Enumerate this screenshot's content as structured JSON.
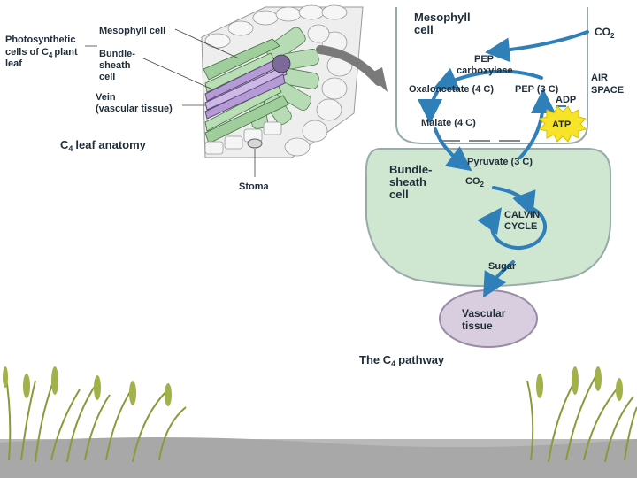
{
  "anatomy": {
    "label_photosynthetic_1": "Photosynthetic",
    "label_photosynthetic_2": "cells of C",
    "label_photosynthetic_sub": "4",
    "label_photosynthetic_3": "plant",
    "label_photosynthetic_4": "leaf",
    "label_mesophyll_cell": "Mesophyll cell",
    "label_bundle_1": "Bundle-",
    "label_bundle_2": "sheath",
    "label_bundle_3": "cell",
    "label_vein_1": "Vein",
    "label_vein_2": "(vascular tissue)",
    "label_stoma": "Stoma",
    "caption_pre": "C",
    "caption_sub": "4",
    "caption_post": "leaf anatomy"
  },
  "pathway": {
    "mesophyll_1": "Mesophyll",
    "mesophyll_2": "cell",
    "co2_top": "CO",
    "co2_top_sub": "2",
    "pep_enzyme_1": "PEP",
    "pep_enzyme_2": "carboxylase",
    "air_space_1": "AIR",
    "air_space_2": "SPACE",
    "oxaloacetate": "Oxaloacetate (4 C)",
    "pep3c": "PEP (3 C)",
    "adp": "ADP",
    "atp": "ATP",
    "malate": "Malate (4 C)",
    "pyruvate": "Pyruvate (3 C)",
    "bundle_1": "Bundle-",
    "bundle_2": "sheath",
    "bundle_3": "cell",
    "co2_bundle": "CO",
    "co2_bundle_sub": "2",
    "calvin_1": "CALVIN",
    "calvin_2": "CYCLE",
    "sugar": "Sugar",
    "vascular_1": "Vascular",
    "vascular_2": "tissue",
    "caption_pre": "The C",
    "caption_sub": "4",
    "caption_post": "pathway"
  },
  "colors": {
    "mesophyll_fill": "#ffffff",
    "bundle_fill": "#cfe6d0",
    "vascular_fill": "#d9cde0",
    "arrow_blue": "#2f7fb8",
    "atp_yellow": "#f6e32a",
    "ground": "#b9b9b9",
    "grass": "#8a9a3a"
  }
}
